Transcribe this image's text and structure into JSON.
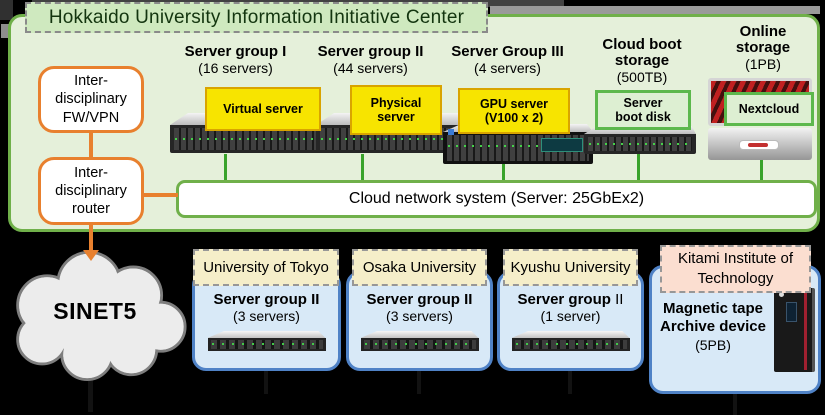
{
  "title": "Hokkaido University Information Initiative Center",
  "left_column": {
    "fw_vpn": "Inter-disciplinary FW/VPN",
    "router": "Inter-disciplinary router"
  },
  "network_bar": "Cloud network system (Server: 25GbEx2)",
  "cloud": {
    "label": "SINET5"
  },
  "server_groups": [
    {
      "title": "Server group I",
      "count": "(16 servers)",
      "tag_line1": "Virtual server",
      "tag_line2": ""
    },
    {
      "title": "Server group II",
      "count": "(44 servers)",
      "tag_line1": "Physical",
      "tag_line2": "server"
    },
    {
      "title": "Server Group III",
      "count": "(4 servers)",
      "tag_line1": "GPU server",
      "tag_line2": "(V100 x 2)"
    },
    {
      "title": "Cloud boot storage",
      "count": "(500TB)",
      "tag_line1": "Server",
      "tag_line2": "boot disk"
    },
    {
      "title": "Online storage",
      "count": "(1PB)",
      "tag_line1": "Nextcloud",
      "tag_line2": ""
    }
  ],
  "institutions": [
    {
      "name": "University of Tokyo",
      "group": "Server group",
      "group_suffix": "II",
      "count": "(3 servers)"
    },
    {
      "name": "Osaka University",
      "group": "Server group",
      "group_suffix": "II",
      "count": "(3 servers)"
    },
    {
      "name": "Kyushu University",
      "group": "Server group",
      "group_suffix": "II",
      "count": "(1 server)"
    },
    {
      "name": "Kitami Institute of Technology",
      "device": "Magnetic tape Archive device",
      "count": "(5PB)"
    }
  ],
  "colors": {
    "panel_green_fill": "#e5f0da",
    "panel_green_border": "#70b04a",
    "accent_orange": "#e8802e",
    "tag_yellow": "#f7e400",
    "tag_green_fill": "#ddefd2",
    "tag_green_border": "#5cb84c",
    "inst_blue_fill": "#d8e9f7",
    "inst_blue_border": "#4f82c6",
    "header_cream": "#f5eec9",
    "header_pink": "#fbded0",
    "connector_green": "#39a32b"
  }
}
